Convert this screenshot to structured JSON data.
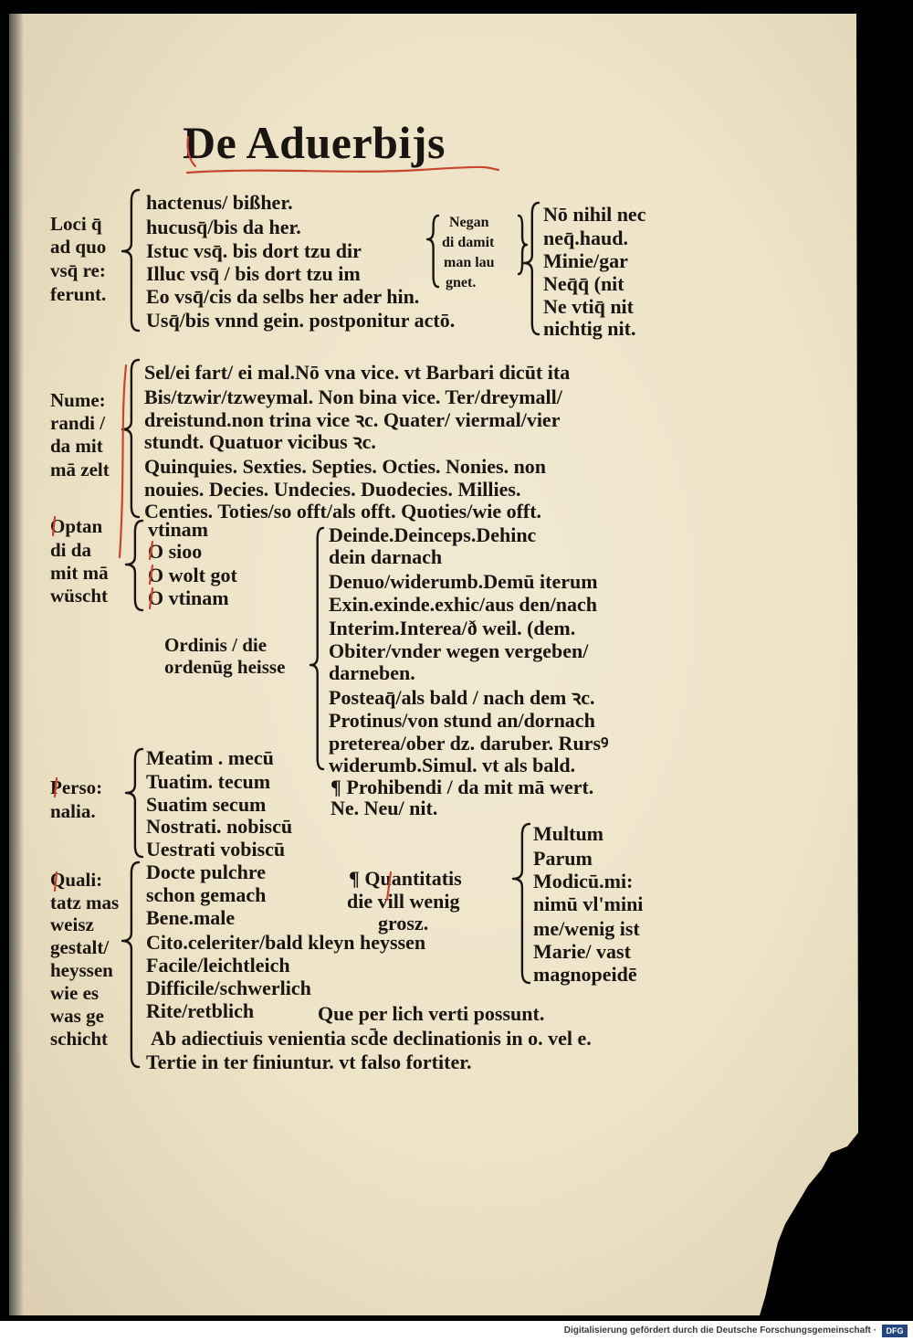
{
  "title": "De Aduerbijs",
  "loci": {
    "label": [
      "Loci q̄",
      "ad quo",
      "vsq̄ re:",
      "ferunt."
    ],
    "lines": [
      "hactenus/ bißher.",
      "hucusq̄/bis da her.",
      "Istuc vsq̄. bis dort tzu dir",
      "Illuc vsq̄ / bis dort tzu im",
      "Eo vsq̄/cis da selbs her ader hin.",
      "Usq̄/bis vnnd gein. postponitur actō."
    ]
  },
  "negandi": {
    "label": [
      "Negan",
      "di damit",
      "man lau",
      "gnet."
    ],
    "lines": [
      "Nō nihil nec",
      "neq̄.haud.",
      "Minie/gar",
      "Neq̄q̄ (nit",
      "Ne vtiq̄ nit",
      "nichtig nit."
    ]
  },
  "numerandi": {
    "label": [
      "Nume:",
      "randi /",
      "da mit",
      "mā zelt"
    ],
    "lines": [
      "Sel/ei fart/ ei mal.Nō vna vice. vt Barbari dicūt ita",
      "Bis/tzwir/tzweymal. Non bina vice. Ter/dreymall/",
      "dreistund.non trina vice ꝛc. Quater/ viermal/vier",
      "stundt. Quatuor vicibus ꝛc.",
      "Quinquies. Sexties. Septies. Octies. Nonies. non",
      "nouies. Decies. Undecies. Duodecies. Millies.",
      "Centies. Toties/so offt/als offt. Quoties/wie offt."
    ]
  },
  "optandi": {
    "label": [
      "Optan",
      "di da",
      "mit mā",
      "wüscht"
    ],
    "lines": [
      "vtinam",
      "O sioo",
      "O wolt got",
      "O vtinam"
    ]
  },
  "ordinis": {
    "label": [
      "Ordinis / die",
      "ordenūg heisse"
    ],
    "lines": [
      "Deinde.Deinceps.Dehinc",
      "dein darnach",
      "Denuo/widerumb.Demū iterum",
      "Exin.exinde.exhic/aus den/nach",
      "Interim.Interea/ð weil. (dem.",
      "Obiter/vnder wegen vergeben/",
      "darneben.",
      "Posteaq̄/als bald / nach dem ꝛc.",
      "Protinus/von stund an/dornach",
      "preterea/ober dz. daruber. Rursꝰ",
      "widerumb.Simul. vt als bald."
    ]
  },
  "personalia": {
    "label": [
      "Perso:",
      "nalia."
    ],
    "lines": [
      "Meatim . mecū",
      "Tuatim. tecum",
      "Suatim secum",
      "Nostrati. nobiscū",
      "Uestrati vobiscū"
    ]
  },
  "prohibendi": {
    "lines": [
      "¶ Prohibendi / da mit mā wert.",
      "Ne. Neu/ nit."
    ]
  },
  "quantitatis": {
    "label": [
      "¶ Quantitatis",
      "die vill wenig",
      "grosz."
    ],
    "lines": [
      "Multum",
      "Parum",
      "Modicū.mi:",
      "nimū vl'mini",
      "me/wenig ist",
      "Marie/ vast",
      "magnopeidē"
    ]
  },
  "qualitatis": {
    "label": [
      "Quali:",
      "tatz mas",
      "weisz",
      "gestalt/",
      "heyssen",
      "wie es",
      "was ge",
      "schicht"
    ],
    "lines": [
      "Docte pulchre",
      "schon gemach",
      "Bene.male",
      "Cito.celeriter/bald kleyn heyssen",
      "Facile/leichtleich",
      "Difficile/schwerlich",
      "Rite/retblich"
    ],
    "note": "Que per lich verti possunt.",
    "rule": [
      "Ab adiectiuis venientia scd̄e declinationis in o. vel e.",
      "Tertie in ter finiuntur. vt falso fortiter."
    ]
  },
  "footer": {
    "text": "Digitalisierung gefördert durch die Deutsche Forschungsgemeinschaft ·",
    "logo": "DFG"
  },
  "colors": {
    "paper": "#eee3c7",
    "ink": "#1a1511",
    "rubric": "#c8452f",
    "background": "#000000"
  }
}
